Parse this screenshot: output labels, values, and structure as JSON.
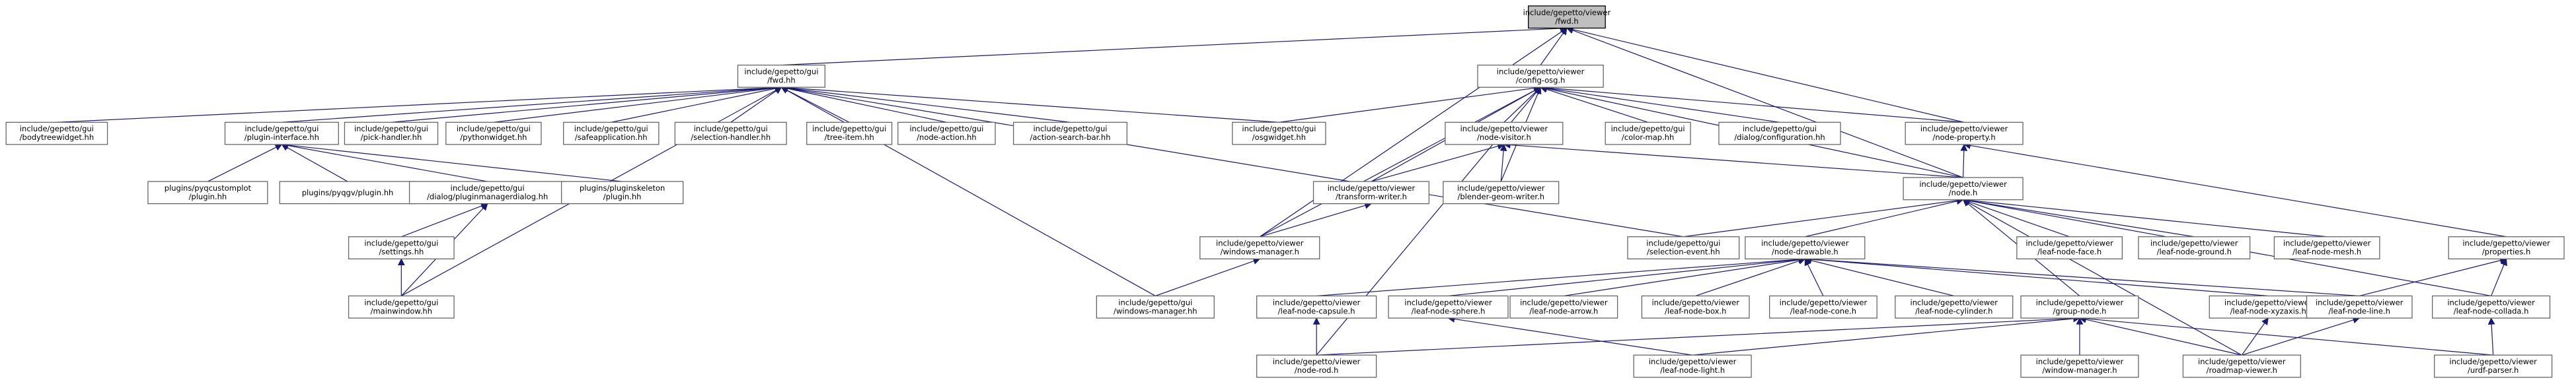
{
  "graph": {
    "nodes": [
      {
        "id": "n0",
        "lines": [
          "include/gepetto/viewer",
          "/fwd.h"
        ],
        "root": true
      },
      {
        "id": "n1",
        "lines": [
          "include/gepetto/gui",
          "/fwd.hh"
        ]
      },
      {
        "id": "n2",
        "lines": [
          "include/gepetto/viewer",
          "/config-osg.h"
        ]
      },
      {
        "id": "n3",
        "lines": [
          "include/gepetto/gui",
          "/bodytreewidget.hh"
        ]
      },
      {
        "id": "n4",
        "lines": [
          "include/gepetto/gui",
          "/plugin-interface.hh"
        ]
      },
      {
        "id": "n5",
        "lines": [
          "include/gepetto/gui",
          "/pick-handler.hh"
        ]
      },
      {
        "id": "n6",
        "lines": [
          "include/gepetto/gui",
          "/pythonwidget.hh"
        ]
      },
      {
        "id": "n7",
        "lines": [
          "include/gepetto/gui",
          "/safeapplication.hh"
        ]
      },
      {
        "id": "n8",
        "lines": [
          "include/gepetto/gui",
          "/selection-handler.hh"
        ]
      },
      {
        "id": "n9",
        "lines": [
          "include/gepetto/gui",
          "/tree-item.hh"
        ]
      },
      {
        "id": "n10",
        "lines": [
          "include/gepetto/gui",
          "/node-action.hh"
        ]
      },
      {
        "id": "n11",
        "lines": [
          "include/gepetto/gui",
          "/action-search-bar.hh"
        ]
      },
      {
        "id": "n12",
        "lines": [
          "include/gepetto/gui",
          "/osgwidget.hh"
        ]
      },
      {
        "id": "n13",
        "lines": [
          "include/gepetto/viewer",
          "/node-visitor.h"
        ]
      },
      {
        "id": "n14",
        "lines": [
          "include/gepetto/gui",
          "/color-map.hh"
        ]
      },
      {
        "id": "n15",
        "lines": [
          "include/gepetto/gui",
          "/dialog/configuration.hh"
        ]
      },
      {
        "id": "n16",
        "lines": [
          "include/gepetto/viewer",
          "/node-property.h"
        ]
      },
      {
        "id": "n17",
        "lines": [
          "plugins/pyqcustomplot",
          "/plugin.hh"
        ]
      },
      {
        "id": "n18",
        "lines": [
          "plugins/pyqgv/plugin.hh"
        ]
      },
      {
        "id": "n19",
        "lines": [
          "include/gepetto/gui",
          "/dialog/pluginmanagerdialog.hh"
        ]
      },
      {
        "id": "n20",
        "lines": [
          "plugins/pluginskeleton",
          "/plugin.hh"
        ]
      },
      {
        "id": "n21",
        "lines": [
          "include/gepetto/viewer",
          "/transform-writer.h"
        ]
      },
      {
        "id": "n22",
        "lines": [
          "include/gepetto/viewer",
          "/blender-geom-writer.h"
        ]
      },
      {
        "id": "n23",
        "lines": [
          "include/gepetto/viewer",
          "/node.h"
        ]
      },
      {
        "id": "n24",
        "lines": [
          "include/gepetto/gui",
          "/settings.hh"
        ]
      },
      {
        "id": "n25",
        "lines": [
          "include/gepetto/viewer",
          "/windows-manager.h"
        ]
      },
      {
        "id": "n26",
        "lines": [
          "include/gepetto/gui",
          "/selection-event.hh"
        ]
      },
      {
        "id": "n27",
        "lines": [
          "include/gepetto/viewer",
          "/node-drawable.h"
        ]
      },
      {
        "id": "n28",
        "lines": [
          "include/gepetto/viewer",
          "/leaf-node-face.h"
        ]
      },
      {
        "id": "n29",
        "lines": [
          "include/gepetto/viewer",
          "/leaf-node-ground.h"
        ]
      },
      {
        "id": "n30",
        "lines": [
          "include/gepetto/viewer",
          "/leaf-node-mesh.h"
        ]
      },
      {
        "id": "n31",
        "lines": [
          "include/gepetto/viewer",
          "/properties.h"
        ]
      },
      {
        "id": "n32",
        "lines": [
          "include/gepetto/gui",
          "/mainwindow.hh"
        ]
      },
      {
        "id": "n33",
        "lines": [
          "include/gepetto/gui",
          "/windows-manager.hh"
        ]
      },
      {
        "id": "n34",
        "lines": [
          "include/gepetto/viewer",
          "/leaf-node-capsule.h"
        ]
      },
      {
        "id": "n35",
        "lines": [
          "include/gepetto/viewer",
          "/leaf-node-sphere.h"
        ]
      },
      {
        "id": "n36",
        "lines": [
          "include/gepetto/viewer",
          "/leaf-node-arrow.h"
        ]
      },
      {
        "id": "n37",
        "lines": [
          "include/gepetto/viewer",
          "/leaf-node-box.h"
        ]
      },
      {
        "id": "n38",
        "lines": [
          "include/gepetto/viewer",
          "/leaf-node-cone.h"
        ]
      },
      {
        "id": "n39",
        "lines": [
          "include/gepetto/viewer",
          "/leaf-node-cylinder.h"
        ]
      },
      {
        "id": "n40",
        "lines": [
          "include/gepetto/viewer",
          "/group-node.h"
        ]
      },
      {
        "id": "n41",
        "lines": [
          "include/gepetto/viewer",
          "/leaf-node-xyzaxis.h"
        ]
      },
      {
        "id": "n42",
        "lines": [
          "include/gepetto/viewer",
          "/leaf-node-line.h"
        ]
      },
      {
        "id": "n43",
        "lines": [
          "include/gepetto/viewer",
          "/leaf-node-collada.h"
        ]
      },
      {
        "id": "n44",
        "lines": [
          "include/gepetto/viewer",
          "/node-rod.h"
        ]
      },
      {
        "id": "n45",
        "lines": [
          "include/gepetto/viewer",
          "/leaf-node-light.h"
        ]
      },
      {
        "id": "n46",
        "lines": [
          "include/gepetto/viewer",
          "/window-manager.h"
        ]
      },
      {
        "id": "n47",
        "lines": [
          "include/gepetto/viewer",
          "/roadmap-viewer.h"
        ]
      },
      {
        "id": "n48",
        "lines": [
          "include/gepetto/viewer",
          "/urdf-parser.h"
        ]
      }
    ],
    "edges": [
      [
        "n0",
        "n1"
      ],
      [
        "n0",
        "n2"
      ],
      [
        "n0",
        "n16"
      ],
      [
        "n0",
        "n23"
      ],
      [
        "n0",
        "n25"
      ],
      [
        "n1",
        "n3"
      ],
      [
        "n1",
        "n4"
      ],
      [
        "n1",
        "n5"
      ],
      [
        "n1",
        "n6"
      ],
      [
        "n1",
        "n7"
      ],
      [
        "n1",
        "n8"
      ],
      [
        "n1",
        "n9"
      ],
      [
        "n1",
        "n10"
      ],
      [
        "n1",
        "n11"
      ],
      [
        "n1",
        "n12"
      ],
      [
        "n1",
        "n26"
      ],
      [
        "n1",
        "n32"
      ],
      [
        "n1",
        "n33"
      ],
      [
        "n2",
        "n12"
      ],
      [
        "n2",
        "n13"
      ],
      [
        "n2",
        "n14"
      ],
      [
        "n2",
        "n15"
      ],
      [
        "n2",
        "n16"
      ],
      [
        "n2",
        "n21"
      ],
      [
        "n2",
        "n22"
      ],
      [
        "n2",
        "n23"
      ],
      [
        "n2",
        "n25"
      ],
      [
        "n2",
        "n44"
      ],
      [
        "n4",
        "n17"
      ],
      [
        "n4",
        "n18"
      ],
      [
        "n4",
        "n19"
      ],
      [
        "n4",
        "n20"
      ],
      [
        "n13",
        "n21"
      ],
      [
        "n13",
        "n22"
      ],
      [
        "n13",
        "n23"
      ],
      [
        "n16",
        "n23"
      ],
      [
        "n16",
        "n31"
      ],
      [
        "n19",
        "n24"
      ],
      [
        "n19",
        "n32"
      ],
      [
        "n24",
        "n32"
      ],
      [
        "n21",
        "n25"
      ],
      [
        "n25",
        "n33"
      ],
      [
        "n23",
        "n26"
      ],
      [
        "n23",
        "n27"
      ],
      [
        "n23",
        "n28"
      ],
      [
        "n23",
        "n29"
      ],
      [
        "n23",
        "n30"
      ],
      [
        "n23",
        "n40"
      ],
      [
        "n23",
        "n43"
      ],
      [
        "n23",
        "n47"
      ],
      [
        "n27",
        "n34"
      ],
      [
        "n27",
        "n35"
      ],
      [
        "n27",
        "n36"
      ],
      [
        "n27",
        "n37"
      ],
      [
        "n27",
        "n38"
      ],
      [
        "n27",
        "n39"
      ],
      [
        "n27",
        "n41"
      ],
      [
        "n27",
        "n42"
      ],
      [
        "n31",
        "n42"
      ],
      [
        "n31",
        "n43"
      ],
      [
        "n34",
        "n44"
      ],
      [
        "n35",
        "n45"
      ],
      [
        "n40",
        "n44"
      ],
      [
        "n40",
        "n45"
      ],
      [
        "n40",
        "n46"
      ],
      [
        "n40",
        "n47"
      ],
      [
        "n40",
        "n48"
      ],
      [
        "n41",
        "n47"
      ],
      [
        "n42",
        "n47"
      ],
      [
        "n43",
        "n48"
      ]
    ]
  }
}
